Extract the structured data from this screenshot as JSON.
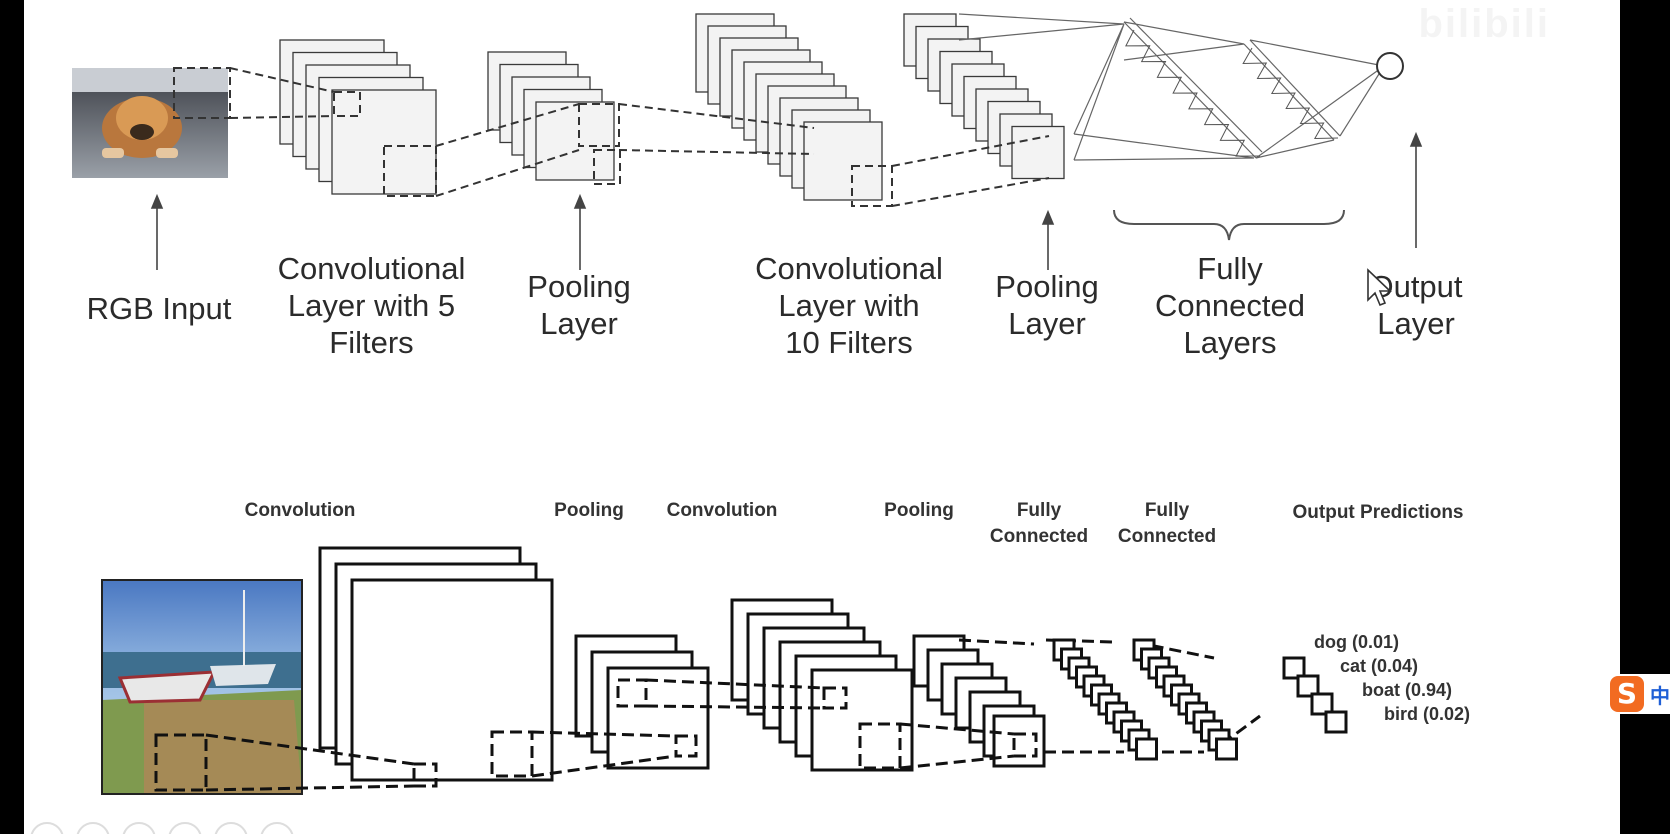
{
  "watermark": "bilibili",
  "top_diagram": {
    "labels": [
      {
        "key": "rgb",
        "text": "RGB Input"
      },
      {
        "key": "conv5",
        "text": "Convolutional\nLayer with 5\nFilters"
      },
      {
        "key": "pool1",
        "text": "Pooling\nLayer"
      },
      {
        "key": "conv10",
        "text": "Convolutional\nLayer with\n10 Filters"
      },
      {
        "key": "pool2",
        "text": "Pooling\nLayer"
      },
      {
        "key": "fc",
        "text": "Fully\nConnected\nLayers"
      },
      {
        "key": "out",
        "text": "Output\nLayer"
      }
    ]
  },
  "bottom_diagram": {
    "labels": [
      {
        "key": "conv1",
        "text": "Convolution"
      },
      {
        "key": "pool1",
        "text": "Pooling"
      },
      {
        "key": "conv2",
        "text": "Convolution"
      },
      {
        "key": "pool2",
        "text": "Pooling"
      },
      {
        "key": "fc1",
        "text": "Fully\nConnected"
      },
      {
        "key": "fc2",
        "text": "Fully\nConnected"
      },
      {
        "key": "out",
        "text": "Output Predictions"
      }
    ],
    "predictions": [
      "dog (0.01)",
      "cat (0.04)",
      "boat (0.94)",
      "bird (0.02)"
    ]
  },
  "ime_indicator": {
    "logo": "S",
    "text": "中"
  },
  "colors": {
    "accent_ime": "#f26b21",
    "ime_text": "#1f5fd6",
    "line": "#222222"
  }
}
